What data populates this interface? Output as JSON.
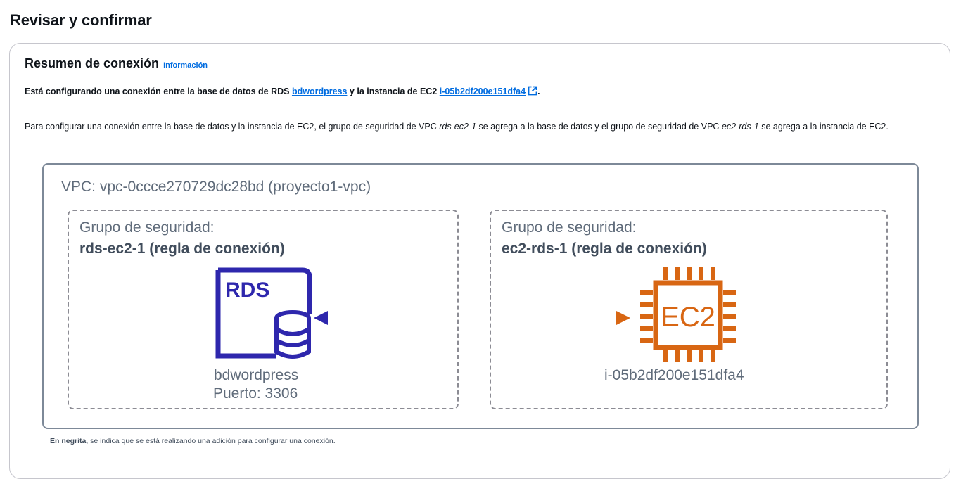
{
  "page": {
    "title": "Revisar y confirmar"
  },
  "summary": {
    "title": "Resumen de conexión",
    "info_link": "Información",
    "intro_prefix": "Está configurando una conexión entre la base de datos de RDS ",
    "database_link": "bdwordpress",
    "intro_middle": " y la instancia de EC2 ",
    "instance_link": "i-05b2df200e151dfa4",
    "intro_suffix": ".",
    "desc_part1": "Para configurar una conexión entre la base de datos y la instancia de EC2, el grupo de seguridad de VPC ",
    "desc_sg1": "rds-ec2-1",
    "desc_part2": " se agrega a la base de datos y el grupo de seguridad de VPC ",
    "desc_sg2": "ec2-rds-1",
    "desc_part3": " se agrega a la instancia de EC2."
  },
  "diagram": {
    "vpc_label": "VPC: vpc-0ccce270729dc28bd (proyecto1-vpc)",
    "left_group": {
      "caption": "Grupo de seguridad:",
      "name": "rds-ec2-1 (regla de conexión)",
      "icon_text": "RDS",
      "resource_name": "bdwordpress",
      "port": "Puerto: 3306"
    },
    "right_group": {
      "caption": "Grupo de seguridad:",
      "name": "ec2-rds-1 (regla de conexión)",
      "icon_text": "EC2",
      "resource_name": "i-05b2df200e151dfa4"
    },
    "colors": {
      "rds": "#2e27ad",
      "ec2": "#d86613"
    }
  },
  "footnote": {
    "bold": "En negrita",
    "rest": ", se indica que se está realizando una adición para configurar una conexión."
  }
}
